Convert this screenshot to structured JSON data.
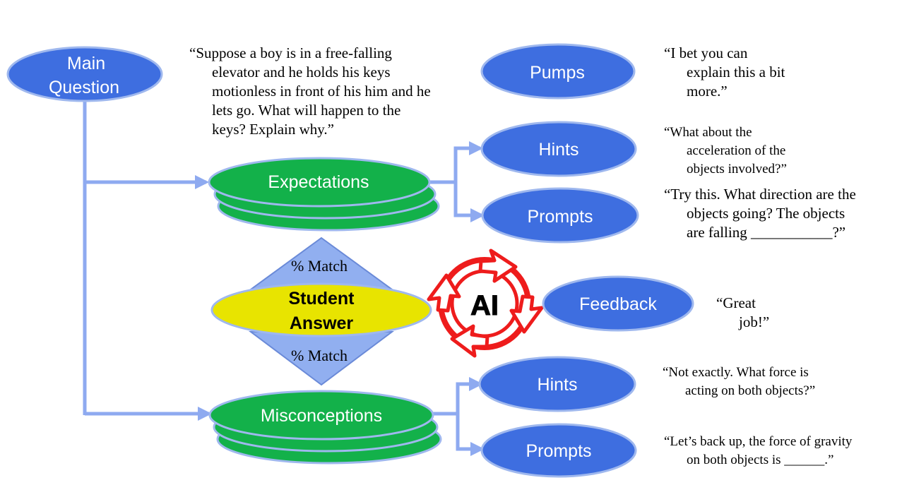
{
  "nodes": {
    "main_question": [
      "Main",
      "Question"
    ],
    "expectations": "Expectations",
    "misconceptions": "Misconceptions",
    "student_answer": [
      "Student",
      "Answer"
    ],
    "match_top": "% Match",
    "match_bottom": "% Match",
    "ai": "AI",
    "pumps": "Pumps",
    "hints_top": "Hints",
    "prompts_top": "Prompts",
    "feedback": "Feedback",
    "hints_bottom": "Hints",
    "prompts_bottom": "Prompts"
  },
  "quotes": {
    "main_question": [
      "“Suppose a boy is in a free-falling",
      "elevator and he holds his keys",
      "motionless in front of his him and he",
      "lets go.  What will happen to the",
      "keys? Explain why.”"
    ],
    "pumps": [
      "“I bet you can",
      "explain this a bit",
      "more.”"
    ],
    "hints_top": [
      "“What about the",
      "acceleration of the",
      "objects involved?”"
    ],
    "prompts_top": [
      "“Try this.  What direction are the",
      "objects going?  The objects",
      "are falling ___________?”"
    ],
    "feedback": [
      "“Great",
      "job!”"
    ],
    "hints_bottom": [
      "“Not exactly.  What force is",
      "acting on both objects?”"
    ],
    "prompts_bottom": [
      "“Let’s back up, the force of gravity",
      "on both objects is ______.”"
    ]
  },
  "colors": {
    "blue_node": "#3e6ee0",
    "green_node": "#13b14a",
    "yellow_node": "#e8e400",
    "connector": "#8eaaf0",
    "diamond": "#91aff0",
    "ai_ring": "#ee1c1c"
  }
}
